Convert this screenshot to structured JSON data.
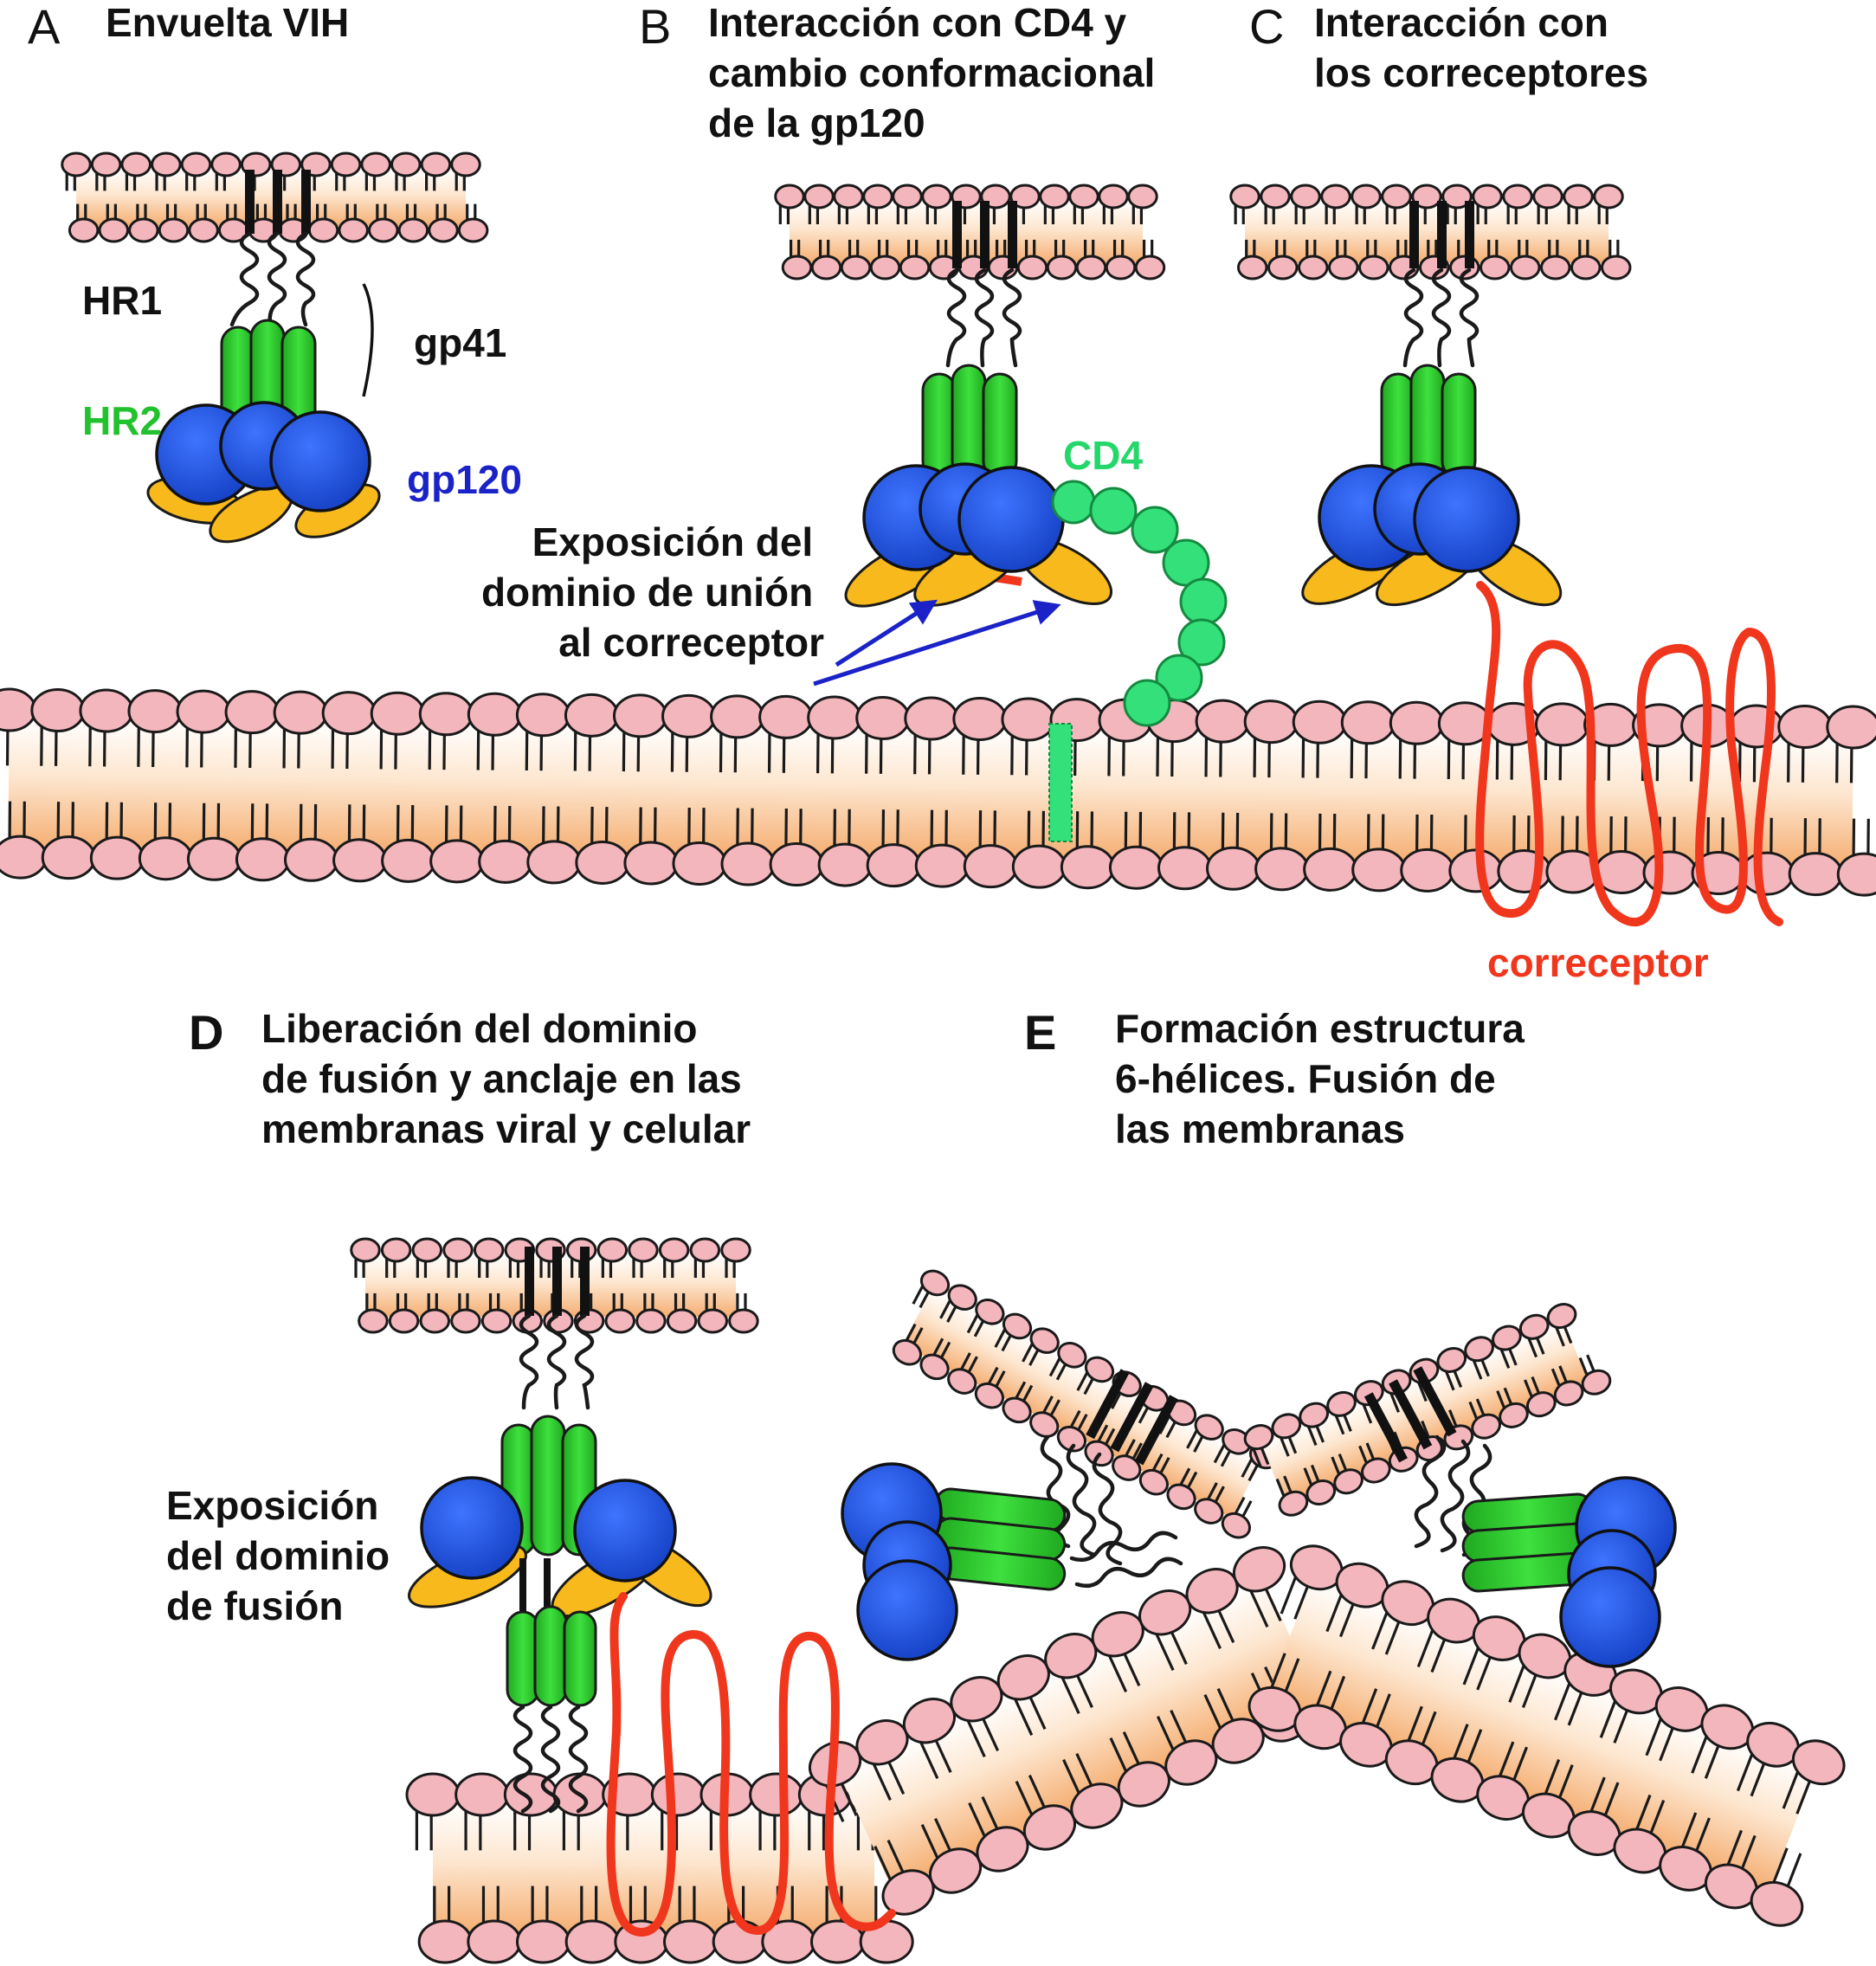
{
  "panels": {
    "a": {
      "letter": "A",
      "title_lines": [
        "Envuelta VIH"
      ],
      "labels": {
        "hr1": "HR1",
        "gp41": "gp41",
        "hr2": "HR2",
        "gp120": "gp120"
      }
    },
    "b": {
      "letter": "B",
      "title_lines": [
        "Interacción con CD4  y",
        "cambio conformacional",
        "de la gp120"
      ],
      "labels": {
        "cd4": "CD4",
        "exposure_lines": [
          "Exposición del",
          "dominio de unión",
          "al correceptor"
        ]
      }
    },
    "c": {
      "letter": "C",
      "title_lines": [
        "Interacción con",
        "los correceptores"
      ],
      "labels": {
        "coreceptor": "correceptor"
      }
    },
    "d": {
      "letter": "D",
      "title_lines": [
        "Liberación del dominio",
        "de fusión y anclaje en las",
        "membranas viral y celular"
      ],
      "labels": {
        "fusion_lines": [
          "Exposición",
          "del dominio",
          "de fusión"
        ]
      }
    },
    "e": {
      "letter": "E",
      "title_lines": [
        "Formación estructura",
        "6-hélices. Fusión de",
        "las  membranas"
      ]
    }
  },
  "colors": {
    "gp120": "#1f4fd8",
    "helix": "#2fc72f",
    "hr2_label": "#22c22e",
    "gp120_label": "#1a22c8",
    "cd4": "#33e07a",
    "cd4_label": "#25d76a",
    "coreceptor": "#f0361c",
    "lipid_head": "#f4b6bd",
    "membrane_core": "#f5b27a",
    "variable_loop": "#f7b91b",
    "arrow": "#1a22c8"
  }
}
